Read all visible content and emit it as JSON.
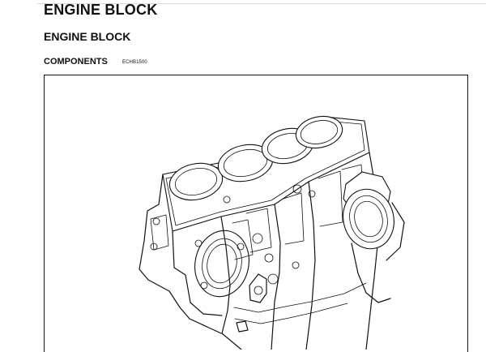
{
  "header": {
    "title": "ENGINE BLOCK",
    "section": "ENGINE BLOCK",
    "subsection": "COMPONENTS",
    "code": "ECHB1500"
  },
  "figure": {
    "icon": "engine-block-drawing"
  }
}
